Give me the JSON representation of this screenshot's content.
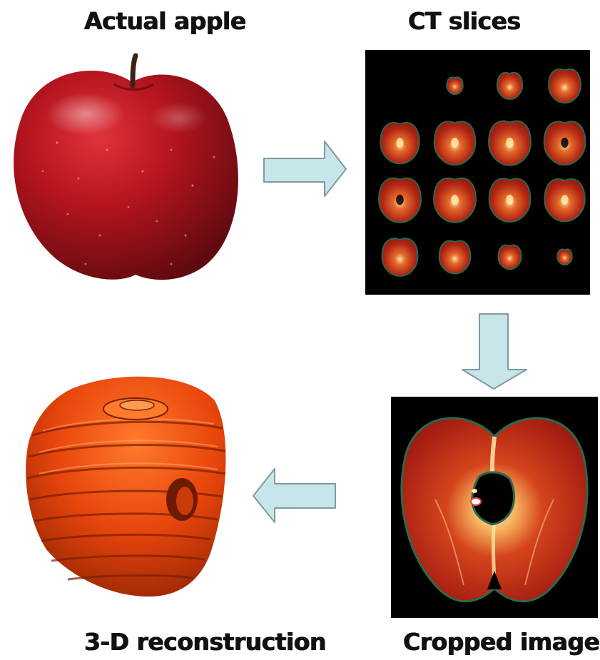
{
  "labels": {
    "actual_apple": "Actual apple",
    "ct_slices": "CT slices",
    "cropped_image": "Cropped image",
    "reconstruction": "3-D reconstruction"
  },
  "ct_slices_grid": {
    "rows": 4,
    "cols": 4,
    "visible_slices": 15
  },
  "colors": {
    "arrow_fill": "#c7e6ea",
    "arrow_stroke": "#7f9aa0",
    "apple_red": "#b3141d",
    "ct_background": "#000000",
    "ct_flesh": "#b12614",
    "ct_core_glow": "#ffe7a6",
    "ct_rim": "#2a6a4f",
    "reconstruction_orange": "#e8460c"
  }
}
